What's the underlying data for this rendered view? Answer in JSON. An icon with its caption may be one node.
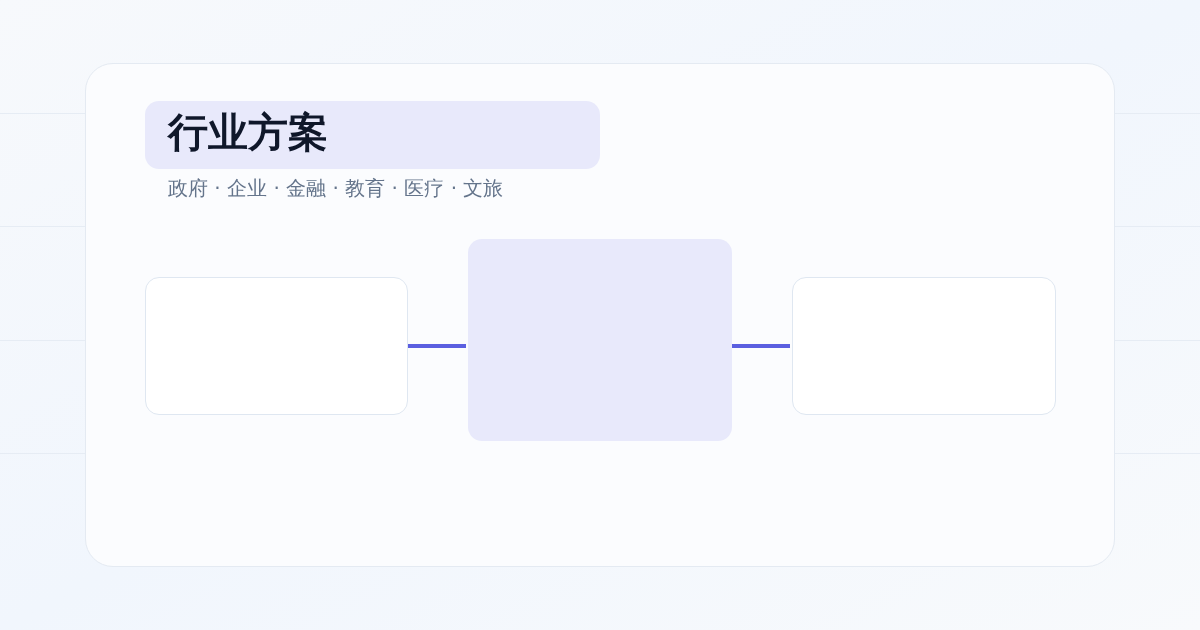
{
  "diagram": {
    "title": "行业方案",
    "nodes": [
      {
        "text": [],
        "shape": "box"
      },
      {
        "text": [],
        "shape": "box"
      },
      {
        "text": [],
        "shape": "box"
      }
    ],
    "edges": [
      {
        "from": 0,
        "to": 1,
        "arrow": "none"
      },
      {
        "from": 1,
        "to": 2,
        "arrow": "none"
      }
    ],
    "labels": [
      "政府 · 企业 · 金融 · 教育 · 医疗 · 文旅"
    ]
  }
}
